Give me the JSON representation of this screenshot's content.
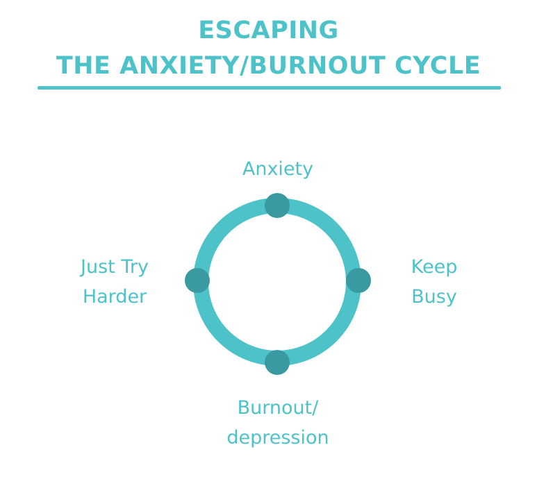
{
  "title": {
    "line1": "ESCAPING",
    "line2": "THE ANXIETY/BURNOUT CYCLE"
  },
  "cycle": {
    "nodes": [
      {
        "id": "top",
        "lines": [
          "Anxiety"
        ]
      },
      {
        "id": "right",
        "lines": [
          "Keep",
          "Busy"
        ]
      },
      {
        "id": "bottom",
        "lines": [
          "Burnout/",
          "depression"
        ]
      },
      {
        "id": "left",
        "lines": [
          "Just Try",
          "Harder"
        ]
      }
    ]
  },
  "colors": {
    "accent": "#4dc3c9",
    "node": "#3a9aa1",
    "background": "#ffffff"
  }
}
